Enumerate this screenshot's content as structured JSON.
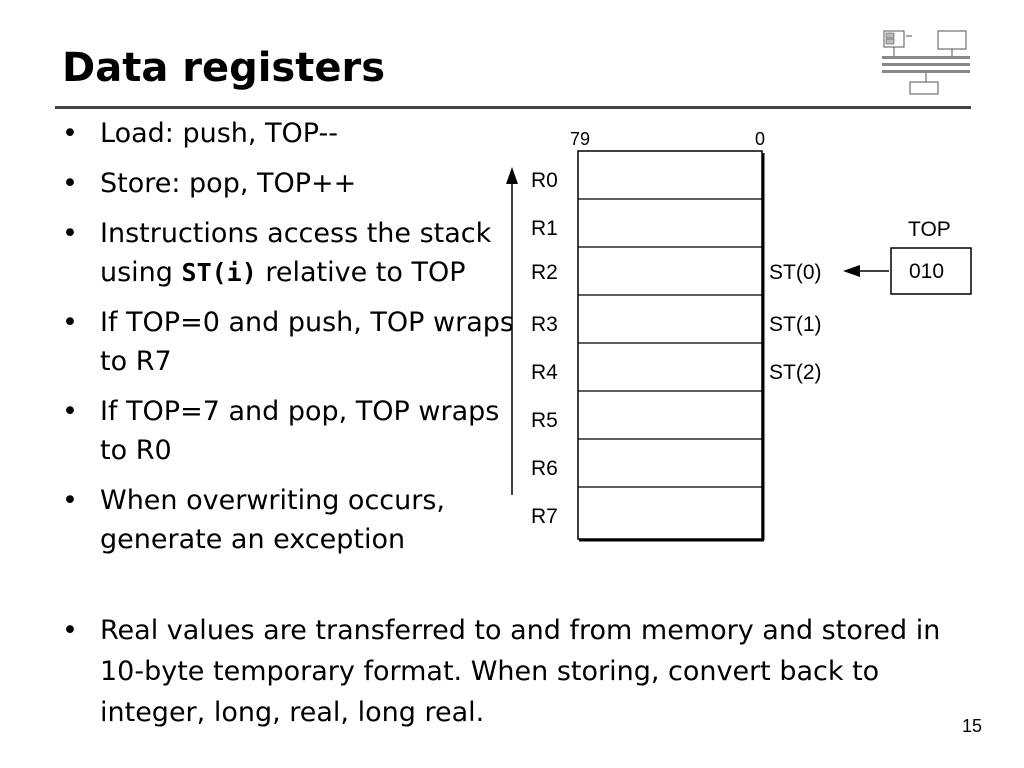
{
  "slide": {
    "title": "Data registers",
    "page_number": "15"
  },
  "bullets": [
    {
      "text": "Load: push, TOP--"
    },
    {
      "text": "Store: pop, TOP++"
    },
    {
      "before": "Instructions access the stack using ",
      "code": "ST(i)",
      "after": " relative to TOP"
    },
    {
      "text": "If TOP=0 and push, TOP wraps to R7"
    },
    {
      "text": "If TOP=7 and pop, TOP wraps to R0"
    },
    {
      "text": "When overwriting occurs, generate an exception"
    }
  ],
  "bullet_wide": {
    "text": "Real values are transferred to and from memory and stored in 10-byte temporary format. When storing, convert back to integer, long, real, long real."
  },
  "bullet_char": "•",
  "diagram": {
    "bit_high": "79",
    "bit_low": "0",
    "registers": [
      "R0",
      "R1",
      "R2",
      "R3",
      "R4",
      "R5",
      "R6",
      "R7"
    ],
    "stack_labels": [
      "ST(0)",
      "ST(1)",
      "ST(2)"
    ],
    "top_label": "TOP",
    "top_value": "010"
  }
}
